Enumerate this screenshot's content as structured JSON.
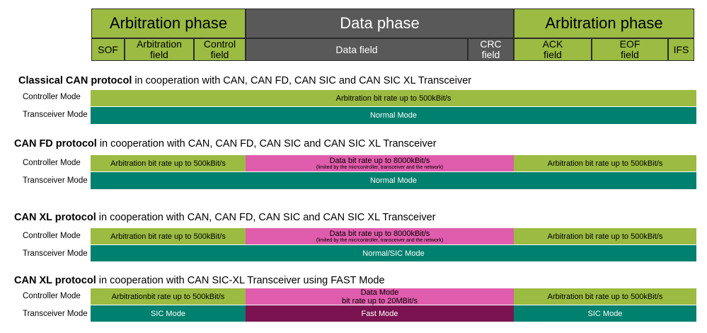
{
  "header": {
    "phases": [
      {
        "label": "Arbitration phase"
      },
      {
        "label": "Data phase"
      },
      {
        "label": "Arbitration phase"
      }
    ],
    "fields": {
      "sof": "SOF",
      "arbitration_line1": "Arbitration",
      "arbitration_line2": "field",
      "control_line1": "Control",
      "control_line2": "field",
      "data": "Data field",
      "crc_line1": "CRC",
      "crc_line2": "field",
      "ack_line1": "ACK",
      "ack_line2": "field",
      "eof_line1": "EOF",
      "eof_line2": "field",
      "ifs": "IFS"
    }
  },
  "labels": {
    "controller": "Controller Mode",
    "transceiver": "Transceiver Mode"
  },
  "sections": [
    {
      "title_bold": "Classical CAN protocol",
      "title_rest": " in cooperation with CAN, CAN FD, CAN SIC and CAN SIC XL Transceiver",
      "controller": {
        "full": "Arbitration bit rate up to 500kBit/s"
      },
      "transceiver": {
        "full": "Normal Mode"
      }
    },
    {
      "title_bold": "CAN FD protocol",
      "title_rest": " in cooperation with CAN, CAN FD, CAN SIC and CAN SIC XL Transceiver",
      "controller": {
        "left": "Arbitration bit rate up to 500kBit/s",
        "mid": "Data bit rate up to 8000kBit/s",
        "mid_note": "(limited by the micrcontroller, transceiver and the network)",
        "right": "Arbitration bit rate up to 500kBit/s"
      },
      "transceiver": {
        "full": "Normal Mode"
      }
    },
    {
      "title_bold": "CAN XL protocol",
      "title_rest": " in cooperation with CAN, CAN FD, CAN SIC and CAN SIC XL Transceiver",
      "controller": {
        "left": "Arbitration bit rate up to 500kBit/s",
        "mid": "Data bit rate up to 8000kBit/s",
        "mid_note": "(limited by the micrcontroller, transceiver and the network)",
        "right": "Arbitration bit rate up to 500kBit/s"
      },
      "transceiver": {
        "full": "Normal/SIC Mode"
      }
    },
    {
      "title_bold": "CAN XL protocol",
      "title_rest": " in cooperation with CAN SIC-XL Transceiver using FAST Mode",
      "controller": {
        "left": "Arbitrationbit rate up to 500kBit/s",
        "mid_line1": "Data Mode",
        "mid_line2": "bit rate up to 20MBit/s",
        "right": "Arbitration bit rate up to 500kBit/s"
      },
      "transceiver": {
        "left": "SIC Mode",
        "mid": "Fast Mode",
        "right": "SIC Mode"
      }
    }
  ],
  "colors": {
    "arbitration_green": "#9bbb42",
    "data_gray": "#595959",
    "normal_teal": "#00806e",
    "data_pink": "#e05cac",
    "fast_plum": "#7a1350"
  }
}
